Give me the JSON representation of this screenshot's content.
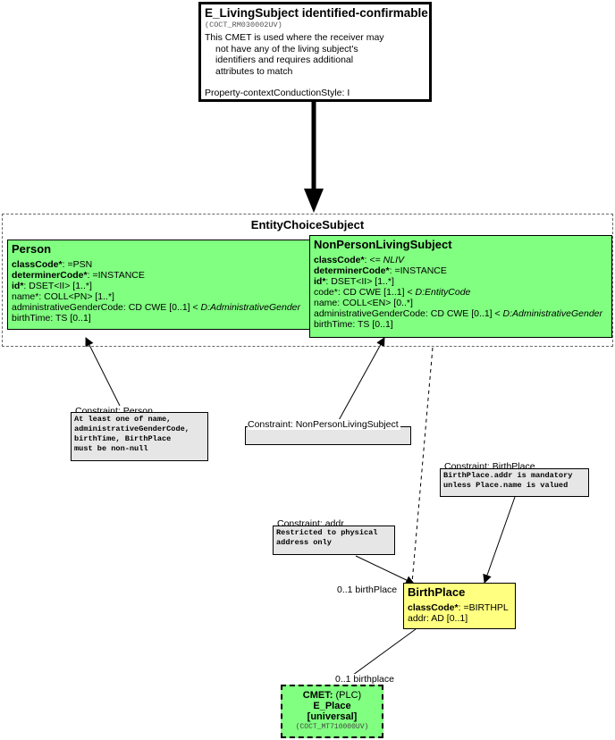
{
  "entry": {
    "title": "E_LivingSubject identified-confirmable",
    "code": "(COCT_RM030002UV)",
    "description": [
      "This CMET is used where the receiver may",
      "not have any of the living subject's",
      "identifiers and requires additional",
      "attributes to match"
    ],
    "style": "Property-contextConductionStyle: I"
  },
  "choice": {
    "title": "EntityChoiceSubject"
  },
  "person": {
    "name": "Person",
    "attrs": {
      "classCode_name": "classCode*",
      "classCode_value": ": =PSN",
      "determinerCode_name": "determinerCode*",
      "determinerCode_value": ": =INSTANCE",
      "id_name": "id*",
      "id_value": ": DSET<II> [1..*]",
      "name": "name*: COLL<PN> [1..*]",
      "gender_value": "administrativeGenderCode: CD CWE [0..1] < ",
      "gender_domain": "D:AdministrativeGender",
      "birthTime": "birthTime: TS [0..1]"
    }
  },
  "nonperson": {
    "name": "NonPersonLivingSubject",
    "attrs": {
      "classCode_name": "classCode*",
      "classCode_value": ": <= ",
      "classCode_domain": "NLIV",
      "determinerCode_name": "determinerCode*",
      "determinerCode_value": ": =INSTANCE",
      "id_name": "id*",
      "id_value": ": DSET<II> [1..*]",
      "code_value": "code*: CD CWE [1..1] < ",
      "code_domain": "D:EntityCode",
      "name": "name: COLL<EN> [0..*]",
      "gender_value": "administrativeGenderCode: CD CWE [0..1] < ",
      "gender_domain": "D:AdministrativeGender",
      "birthTime": "birthTime: TS [0..1]"
    }
  },
  "constraints": {
    "person": {
      "label": "Constraint: Person",
      "lines": [
        "At least one of name,",
        "administrativeGenderCode,",
        "birthTime, BirthPlace",
        "must be non-null"
      ]
    },
    "nonperson": {
      "label": "Constraint: NonPersonLivingSubject",
      "lines": []
    },
    "birthplace": {
      "label": "Constraint: BirthPlace",
      "lines": [
        "BirthPlace.addr is mandatory",
        "unless Place.name is valued"
      ]
    },
    "addr": {
      "label": "Constraint: addr",
      "lines": [
        "Restricted to physical",
        "address only"
      ]
    }
  },
  "birthplace": {
    "name": "BirthPlace",
    "assoc_label": "0..1 birthPlace",
    "attrs": {
      "classCode_name": "classCode*",
      "classCode_value": ": =BIRTHPL",
      "addr": "addr: AD [0..1]"
    }
  },
  "cmet": {
    "assoc_label": "0..1 birthplace",
    "label": "CMET:",
    "type": "(PLC)",
    "name": "E_Place",
    "variant": "[universal]",
    "code": "(COCT_MT710000UV)"
  },
  "colors": {
    "class_fill": "#80ff80",
    "act_fill": "#ffff80",
    "constraint_fill": "#e6e6e6"
  }
}
